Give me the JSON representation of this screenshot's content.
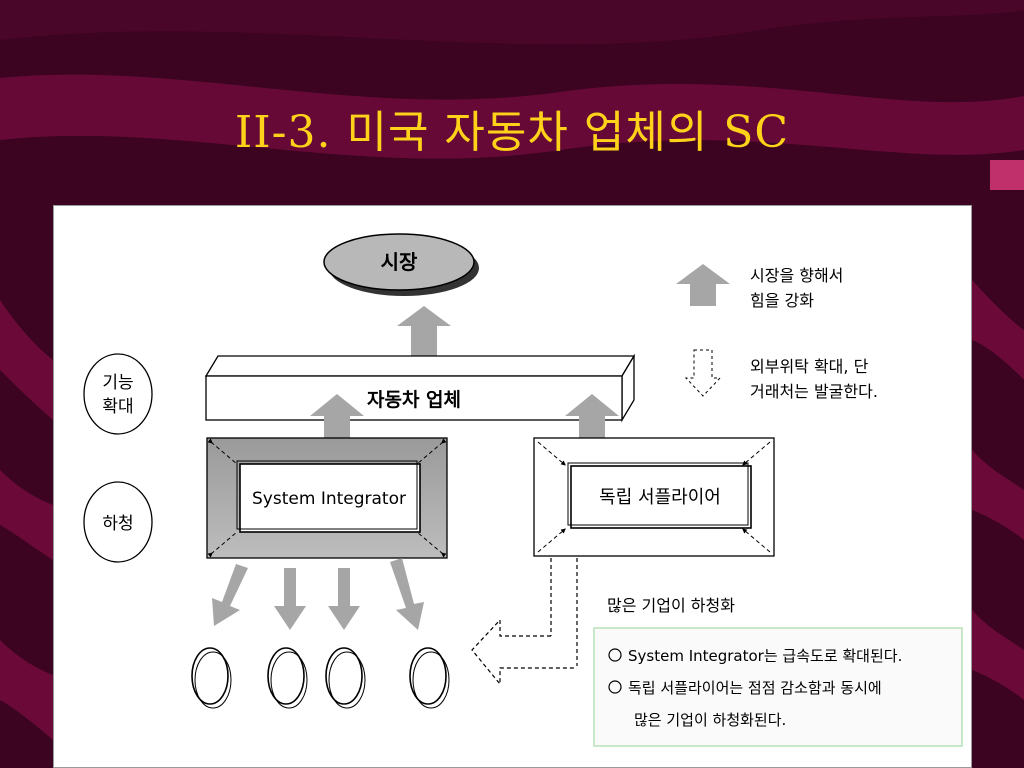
{
  "slide": {
    "title": "II-3. 미국 자동차 업체의 SC",
    "colors": {
      "background": "#3c0420",
      "title": "#ffd21a",
      "panel": "#ffffff"
    }
  },
  "diagram": {
    "market": "시장",
    "automaker": "자동차 업체",
    "system_integrator": "System Integrator",
    "independent_supplier": "독립 서플라이어",
    "side_labels": [
      "기능",
      "확대",
      "하청"
    ],
    "legend": {
      "solid_arrow": [
        "시장을 향해서",
        "힘을 강화"
      ],
      "dashed_arrow": [
        "외부위탁 확대, 단",
        "거래처는 발굴한다."
      ]
    },
    "subcontract_label": "많은 기업이 하청화",
    "notes": [
      "System Integrator는 급속도로 확대된다.",
      "독립 서플라이어는 점점 감소함과 동시에",
      "많은 기업이 하청화된다."
    ]
  }
}
